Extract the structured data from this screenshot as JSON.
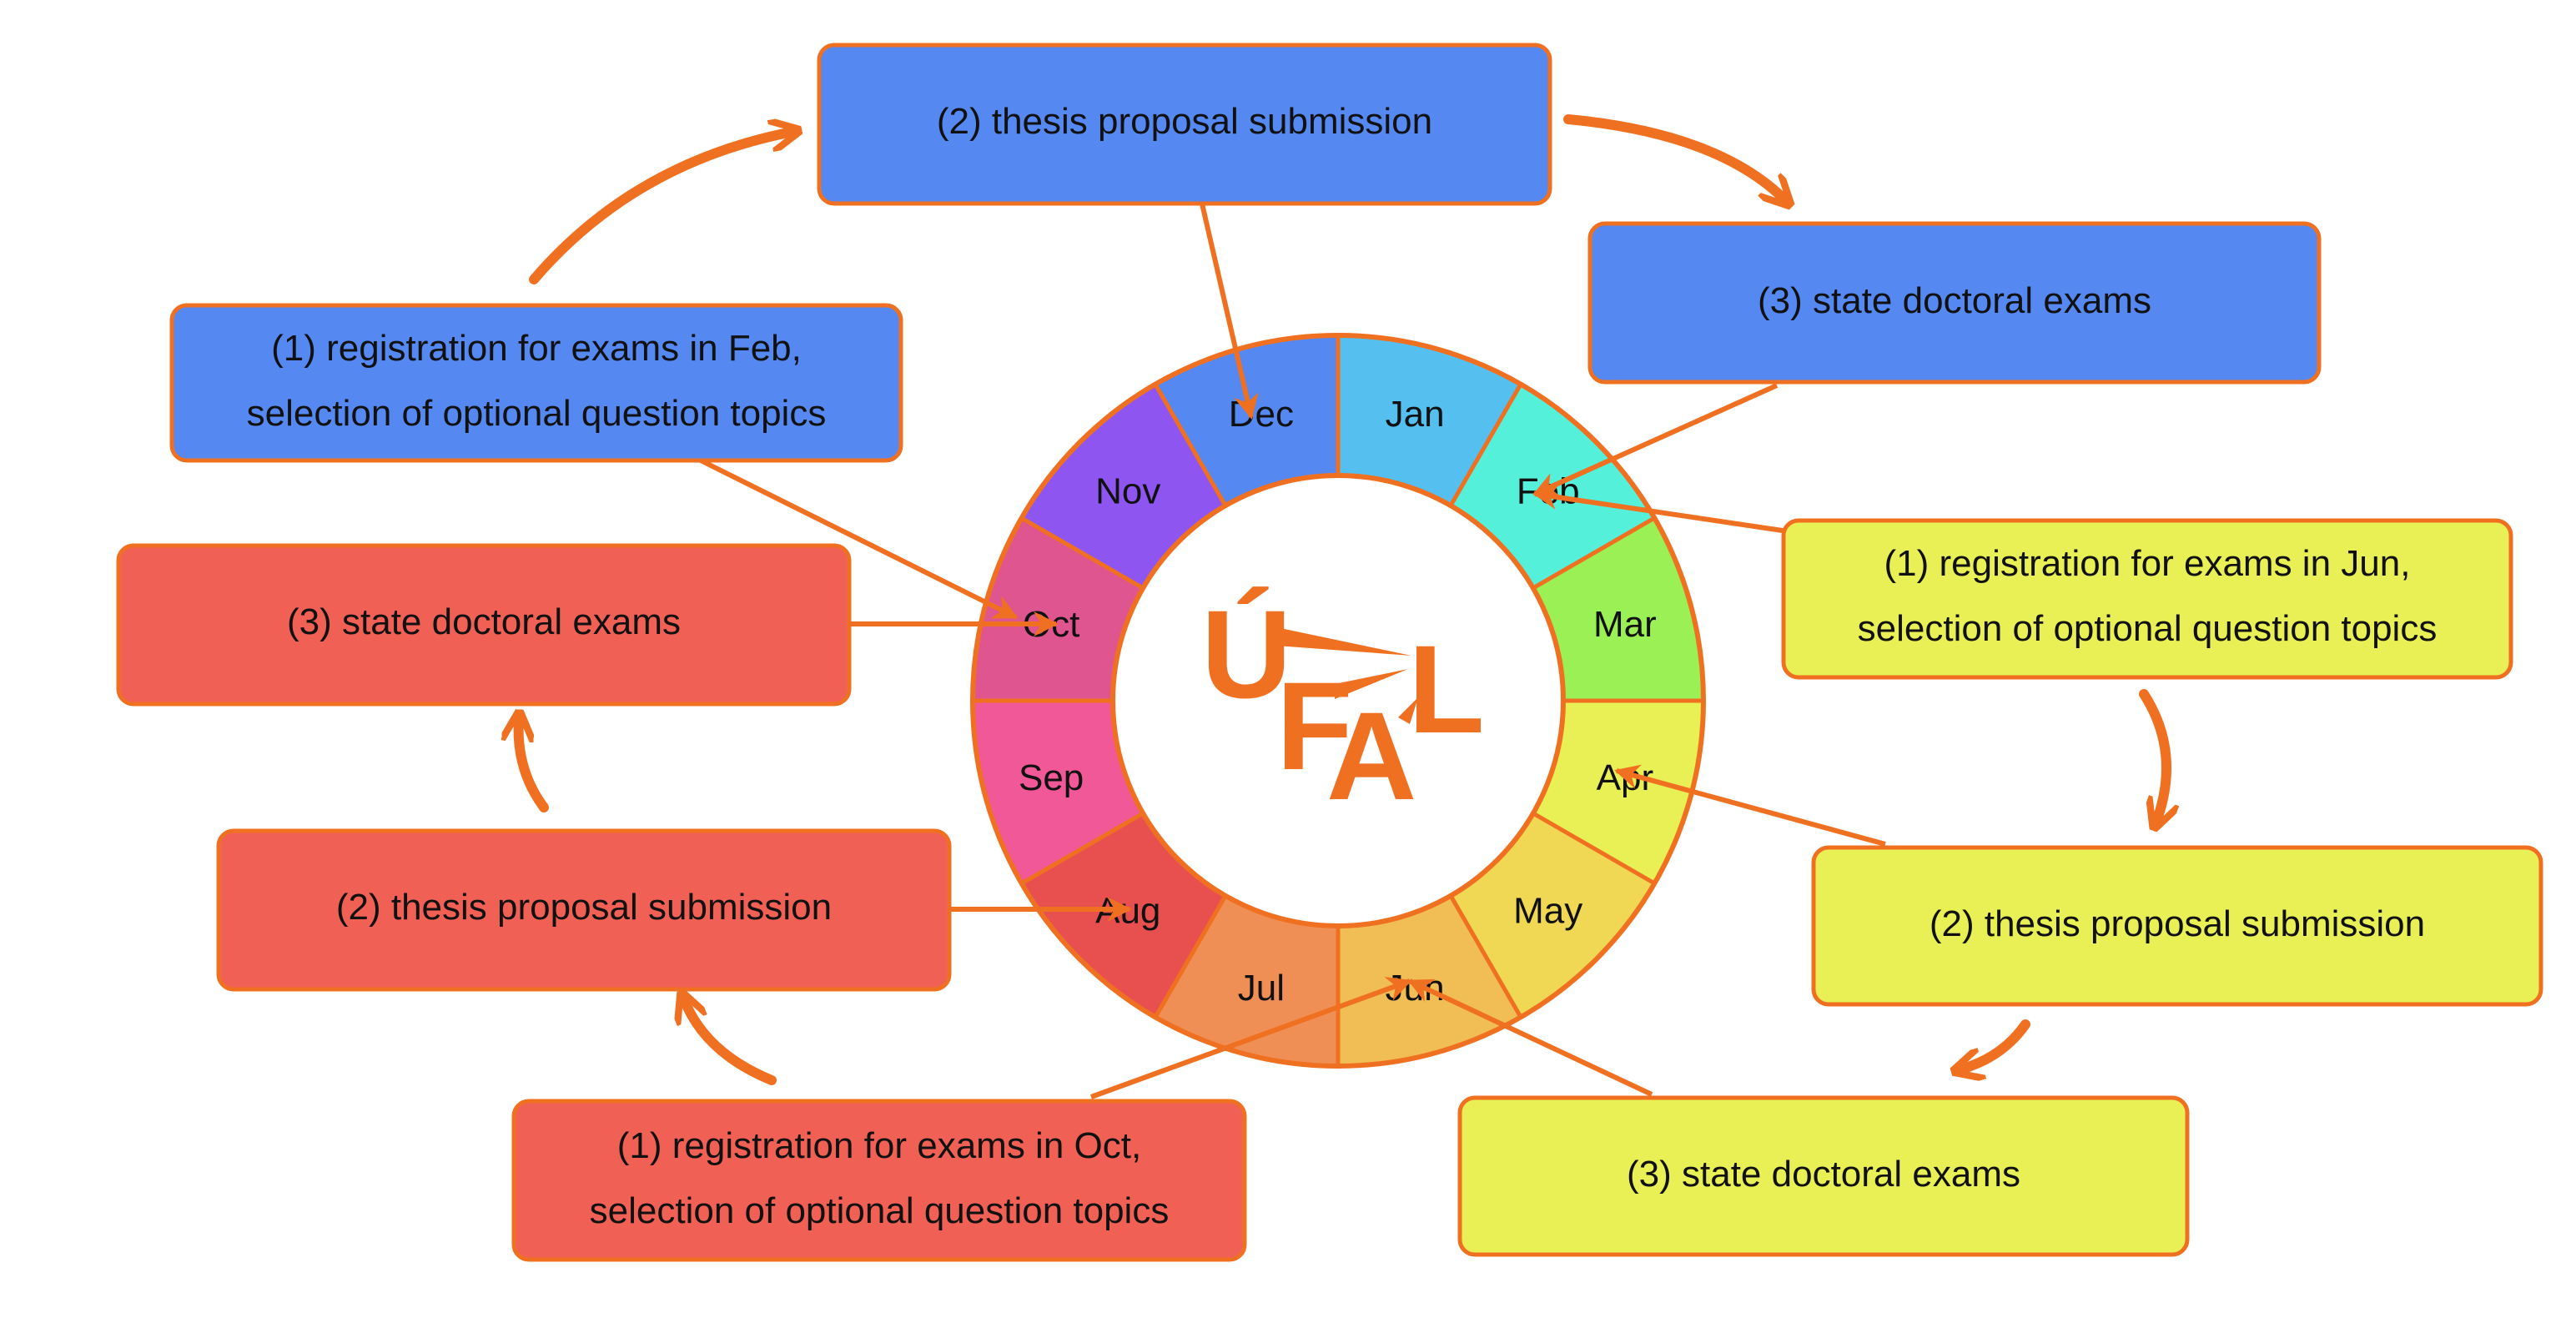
{
  "colors": {
    "stroke": "#f07021",
    "blue_box": "#5588f0",
    "red_box": "#f06055",
    "yellow_box": "#e9f055",
    "center": "#ffffff"
  },
  "months": [
    {
      "label": "Jan",
      "color": "#55bff0"
    },
    {
      "label": "Feb",
      "color": "#55f0da"
    },
    {
      "label": "Mar",
      "color": "#9af055"
    },
    {
      "label": "Apr",
      "color": "#e9f055"
    },
    {
      "label": "May",
      "color": "#f0d855"
    },
    {
      "label": "Jun",
      "color": "#f0be55"
    },
    {
      "label": "Jul",
      "color": "#f08f55"
    },
    {
      "label": "Aug",
      "color": "#e85050"
    },
    {
      "label": "Sep",
      "color": "#f05898"
    },
    {
      "label": "Oct",
      "color": "#de5590"
    },
    {
      "label": "Nov",
      "color": "#8e55f0"
    },
    {
      "label": "Dec",
      "color": "#5588f0"
    }
  ],
  "logo": {
    "letters": [
      "Ú",
      "F",
      "A",
      "L"
    ]
  },
  "boxes": {
    "blue": {
      "registration": [
        "(1) registration for exams in Feb,",
        "selection of optional question topics"
      ],
      "proposal": [
        "(2) thesis proposal submission"
      ],
      "exams": [
        "(3) state doctoral exams"
      ]
    },
    "yellow": {
      "registration": [
        "(1) registration for exams in Jun,",
        "selection of optional question topics"
      ],
      "proposal": [
        "(2) thesis proposal submission"
      ],
      "exams": [
        "(3) state doctoral exams"
      ]
    },
    "red": {
      "registration": [
        "(1) registration for exams in Oct,",
        "selection of optional question topics"
      ],
      "proposal": [
        "(2) thesis proposal submission"
      ],
      "exams": [
        "(3) state doctoral exams"
      ]
    }
  }
}
